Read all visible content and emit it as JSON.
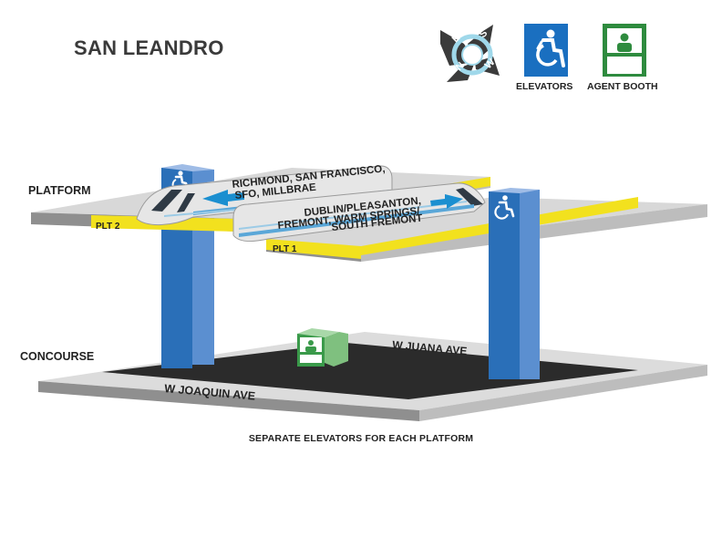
{
  "station": {
    "name": "SAN LEANDRO"
  },
  "legend": {
    "compass": {
      "icon": "compass-rose-icon",
      "letters": [
        "N",
        "E",
        "S",
        "W"
      ]
    },
    "elevators": {
      "label": "ELEVATORS",
      "icon": "accessibility-icon",
      "color": "#1a6fc0"
    },
    "agent_booth": {
      "label": "AGENT BOOTH",
      "icon": "agent-booth-icon",
      "color": "#2e8b3e"
    }
  },
  "levels": {
    "platform": "PLATFORM",
    "concourse": "CONCOURSE"
  },
  "platforms": [
    {
      "label": "PLT 2",
      "destinations": [
        "RICHMOND, SAN FRANCISCO,",
        "SFO, MILLBRAE"
      ],
      "direction": "left"
    },
    {
      "label": "PLT 1",
      "destinations": [
        "DUBLIN/PLEASANTON,",
        "FREMONT, WARM SPRINGS/",
        "SOUTH FREMONT"
      ],
      "direction": "right"
    }
  ],
  "streets": {
    "north": "W JUANA AVE",
    "south": "W JOAQUIN AVE"
  },
  "note": "SEPARATE ELEVATORS FOR EACH PLATFORM",
  "colors": {
    "elevator_blue": "#2a6fb8",
    "platform_edge": "#f2e11e",
    "concourse_floor": "#2b2b2b",
    "agent_green": "#3a9a4a"
  }
}
